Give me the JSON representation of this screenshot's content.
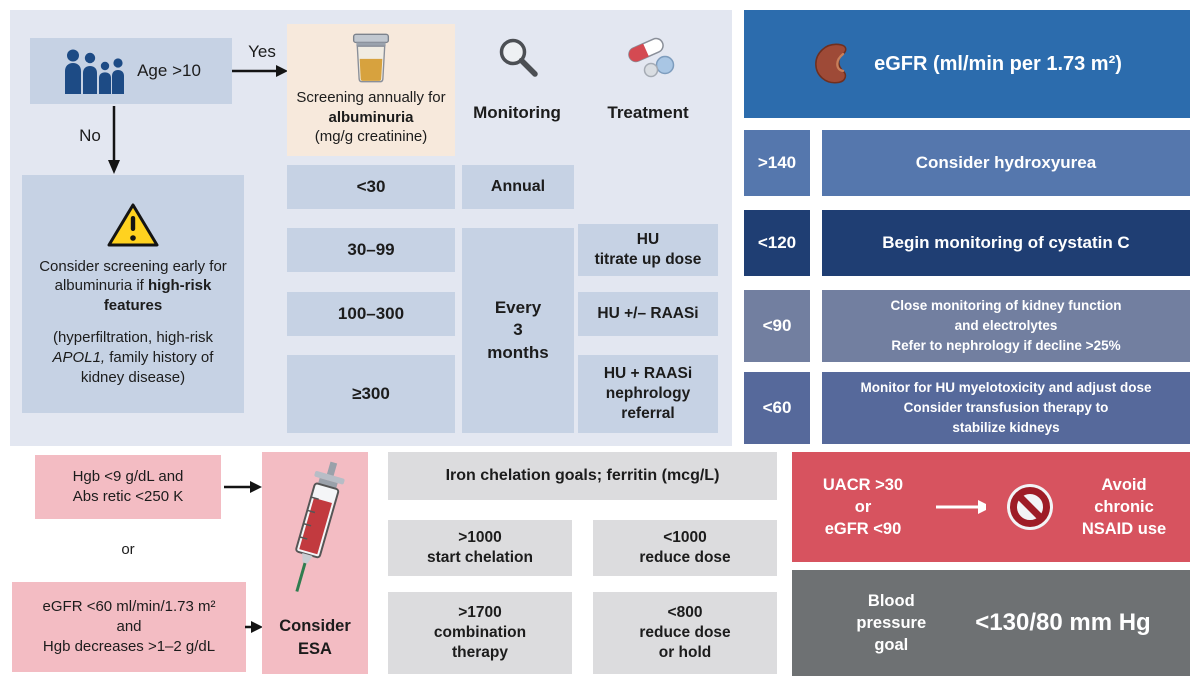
{
  "palette": {
    "panel_bg": "#e3e7f1",
    "light_blue_box": "#c6d2e4",
    "screening_box_bg": "#f7e9dc",
    "egfr_header": "#2c6cad",
    "egfr_row1": "#5577ad",
    "egfr_row2": "#1f3e73",
    "egfr_row3": "#727fa0",
    "egfr_row4": "#56699b",
    "pink_box": "#f3bcc3",
    "red_box": "#d7535f",
    "gray_box": "#dcdcde",
    "dark_gray_box": "#6e7173"
  },
  "main": {
    "age_label": "Age >10",
    "yes_label": "Yes",
    "no_label": "No",
    "screening": {
      "pre": "Screening annually for ",
      "bold": "albuminuria",
      "post": "(mg/g creatinine)"
    },
    "highrisk": {
      "p1": "Consider screening early for albuminuria if ",
      "p1_bold": "high-risk features",
      "p2_pre": "(hyperfiltration, high-risk ",
      "p2_italic": "APOL1,",
      "p2_post": " family history of kidney disease)"
    },
    "albuminuria_rows": [
      "<30",
      "30–99",
      "100–300",
      "≥300"
    ],
    "monitoring": {
      "header": "Monitoring",
      "annual": "Annual",
      "every3": "Every\n3\nmonths"
    },
    "treatment": {
      "header": "Treatment",
      "rows": [
        "HU\ntitrate up dose",
        "HU +/– RAASi",
        "HU + RAASi\nnephrology\nreferral"
      ]
    }
  },
  "egfr": {
    "title": "eGFR (ml/min per 1.73 m²)",
    "rows": [
      {
        "value": ">140",
        "text": "Consider hydroxyurea"
      },
      {
        "value": "<120",
        "text": "Begin monitoring of cystatin C"
      },
      {
        "value": "<90",
        "text": "Close monitoring of kidney function\nand electrolytes\nRefer to nephrology if decline >25%"
      },
      {
        "value": "<60",
        "text": "Monitor for HU myelotoxicity and adjust dose\nConsider transfusion therapy to\nstabilize kidneys"
      }
    ]
  },
  "esa": {
    "criteria1": "Hgb <9 g/dL and\nAbs retic <250 K",
    "or_label": "or",
    "criteria2": "eGFR <60 ml/min/1.73 m²\nand\nHgb decreases >1–2 g/dL",
    "action": "Consider\nESA"
  },
  "chelation": {
    "header": "Iron chelation goals; ferritin (mcg/L)",
    "cells": [
      ">1000\nstart chelation",
      "<1000\nreduce dose",
      ">1700\ncombination\ntherapy",
      "<800\nreduce dose\nor hold"
    ]
  },
  "nsaid": {
    "condition": "UACR >30\nor\neGFR <90",
    "action": "Avoid\nchronic\nNSAID use"
  },
  "bp": {
    "label": "Blood\npressure\ngoal",
    "value": "<130/80 mm Hg"
  }
}
